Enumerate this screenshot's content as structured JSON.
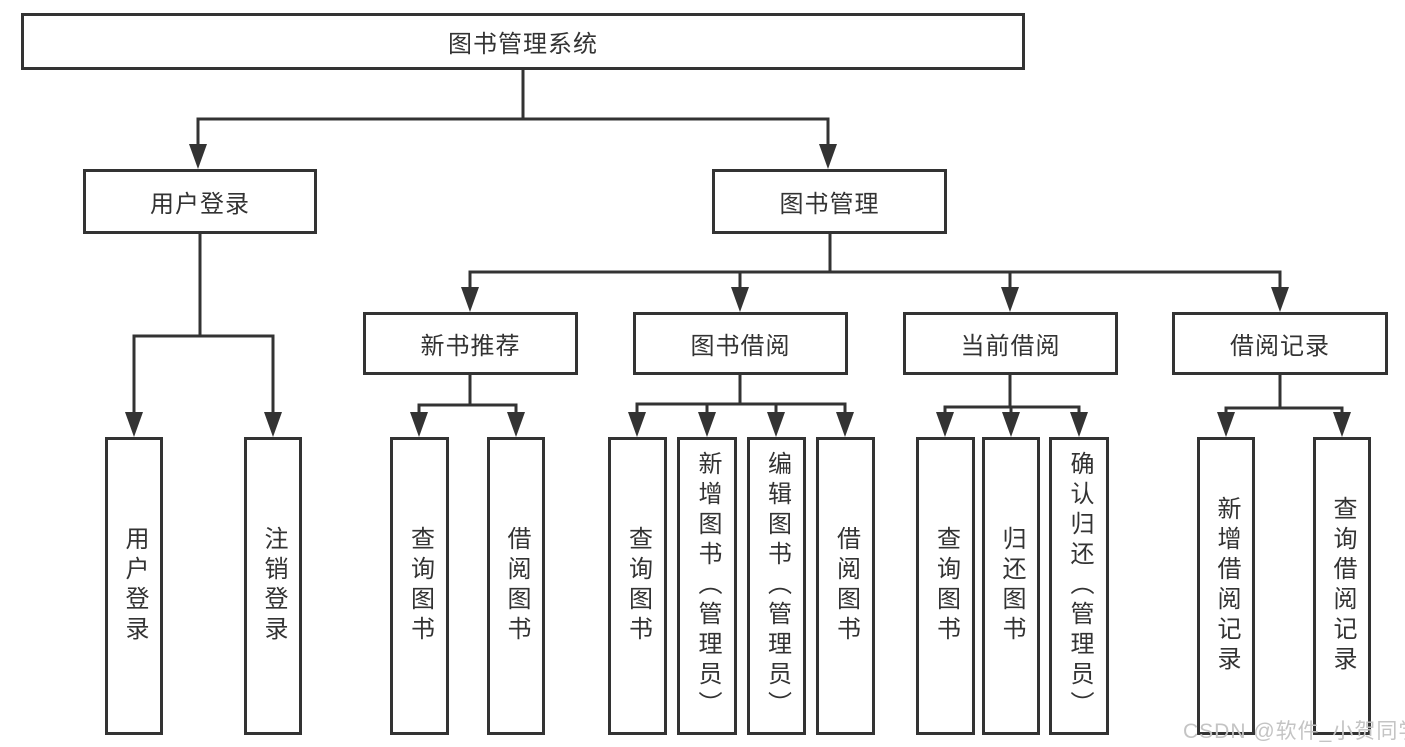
{
  "root": {
    "label": "图书管理系统"
  },
  "level2": [
    {
      "label": "用户登录",
      "children": [
        {
          "label": "用户登录"
        },
        {
          "label": "注销登录"
        }
      ]
    },
    {
      "label": "图书管理",
      "children": [
        {
          "label": "新书推荐",
          "children": [
            {
              "label": "查询图书"
            },
            {
              "label": "借阅图书"
            }
          ]
        },
        {
          "label": "图书借阅",
          "children": [
            {
              "label": "查询图书"
            },
            {
              "label": "新增图书（管理员）"
            },
            {
              "label": "编辑图书（管理员）"
            },
            {
              "label": "借阅图书"
            }
          ]
        },
        {
          "label": "当前借阅",
          "children": [
            {
              "label": "查询图书"
            },
            {
              "label": "归还图书"
            },
            {
              "label": "确认归还（管理员）"
            }
          ]
        },
        {
          "label": "借阅记录",
          "children": [
            {
              "label": "新增借阅记录"
            },
            {
              "label": "查询借阅记录"
            }
          ]
        }
      ]
    }
  ],
  "watermark": "CSDN @软件_小贺同学",
  "colors": {
    "line": "#333333",
    "text": "#333333",
    "watermark": "#c4c4c4",
    "background": "#ffffff"
  }
}
